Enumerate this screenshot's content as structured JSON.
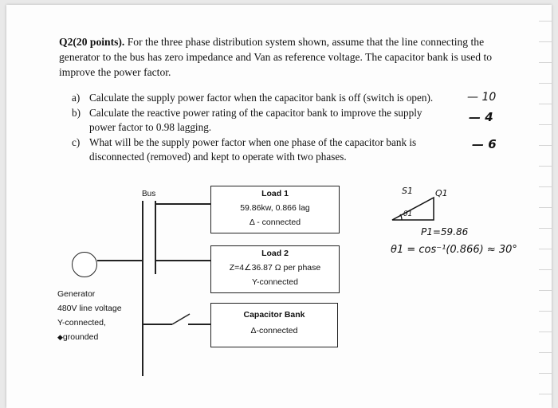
{
  "question": {
    "number_points": "Q2(20 points).",
    "text": "For the three phase distribution system shown, assume that the line connecting the generator to the bus has zero impedance and Van as reference voltage. The capacitor bank is used to improve the power factor."
  },
  "parts": [
    {
      "label": "a)",
      "text": "Calculate the supply power factor when the capacitor bank is off (switch is open).",
      "note": "— 10"
    },
    {
      "label": "b)",
      "text": "Calculate the reactive power rating of the capacitor bank to improve the supply power factor to 0.98 lagging.",
      "note": "— 4"
    },
    {
      "label": "c)",
      "text": "What will be the supply power factor when one phase of the capacitor bank is disconnected (removed) and kept to operate with two phases.",
      "note": "— 6"
    }
  ],
  "diagram": {
    "bus_label": "Bus",
    "load1": {
      "title": "Load 1",
      "line1": "59.86kw, 0.866 lag",
      "line2": "Δ - connected"
    },
    "load2": {
      "title": "Load 2",
      "line1": "Z=4∠36.87 Ω per phase",
      "line2": "Y-connected"
    },
    "capacitor": {
      "title": "Capacitor Bank",
      "line1": "Δ-connected"
    },
    "generator": {
      "line1": "Generator",
      "line2": "480V line voltage",
      "line3": "Y-connected,",
      "line4": "grounded"
    }
  },
  "handwriting": {
    "s1": "S1",
    "q1": "Q1",
    "theta": "θ1",
    "p1": "P1=59.86",
    "theta_eq": "θ1 = cos⁻¹(0.866) ≈ 30°"
  }
}
